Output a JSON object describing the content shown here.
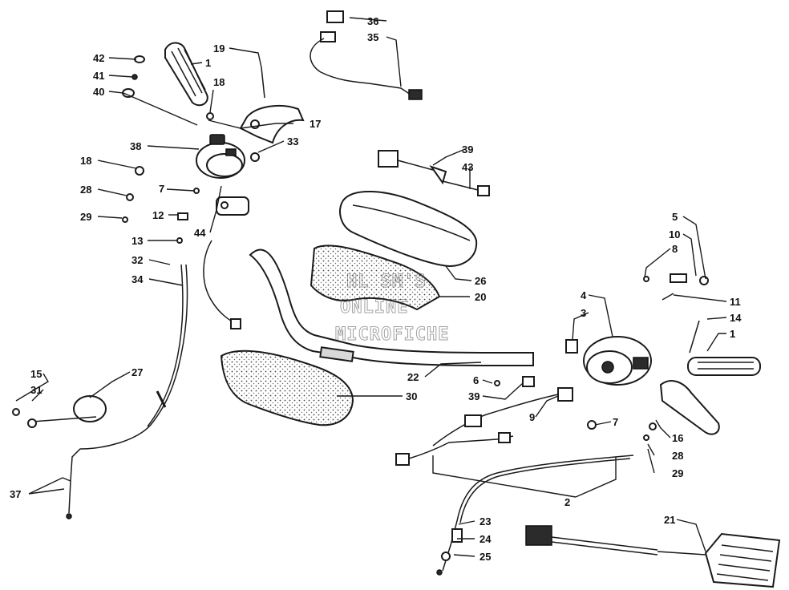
{
  "watermark": {
    "line1": "HL SM'S",
    "line2": "ONLINE",
    "line3": "MICROFICHE"
  },
  "callouts": {
    "c36": "36",
    "c35": "35",
    "c19": "19",
    "c1a": "1",
    "c42": "42",
    "c41": "41",
    "c40": "40",
    "c18a": "18",
    "c17": "17",
    "c38": "38",
    "c33": "33",
    "c18b": "18",
    "c7a": "7",
    "c28a": "28",
    "c29a": "29",
    "c12": "12",
    "c44": "44",
    "c13": "13",
    "c39a": "39",
    "c43": "43",
    "c32": "32",
    "c34": "34",
    "c26": "26",
    "c20": "20",
    "c5": "5",
    "c10": "10",
    "c8": "8",
    "c11": "11",
    "c4": "4",
    "c3": "3",
    "c14": "14",
    "c1b": "1",
    "c15": "15",
    "c31": "31",
    "c27": "27",
    "c22": "22",
    "c6": "6",
    "c39b": "39",
    "c30": "30",
    "c9": "9",
    "c7b": "7",
    "c16": "16",
    "c28b": "28",
    "c29b": "29",
    "c37": "37",
    "c2": "2",
    "c23": "23",
    "c24": "24",
    "c25": "25",
    "c21": "21"
  }
}
